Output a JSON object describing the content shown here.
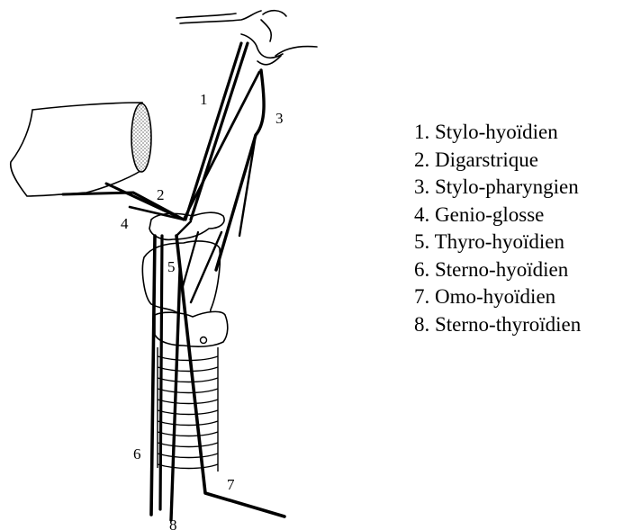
{
  "legend": [
    "1. Stylo-hyoïdien",
    "2. Digarstrique",
    "3. Stylo-pharyngien",
    "4. Genio-glosse",
    "5. Thyro-hyoïdien",
    "6. Sterno-hyoïdien",
    "7. Omo-hyoïdien",
    "8. Sterno-thyroïdien"
  ],
  "callouts": [
    "1",
    "2",
    "3",
    "4",
    "5",
    "6",
    "7",
    "8"
  ],
  "colors": {
    "ink": "#000000",
    "background": "#ffffff",
    "stipple": "#9a9a9a"
  }
}
